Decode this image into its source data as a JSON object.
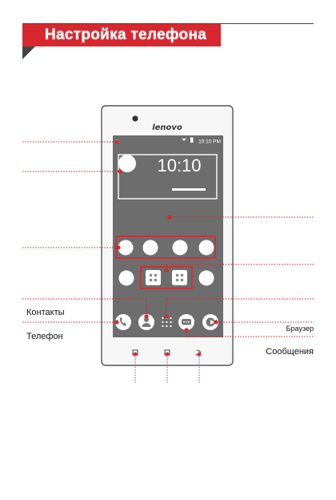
{
  "header": {
    "title": "Настройка телефона"
  },
  "phone": {
    "brand": "lenovo",
    "status_time": "10:10 PM",
    "clock_time": "10:10"
  },
  "labels": {
    "contacts": "Контакты",
    "phone": "Телефон",
    "browser": "Браузер",
    "messages": "Сообщения"
  },
  "colors": {
    "accent": "#d7282f",
    "screen": "#6d6d6d",
    "phone_body": "#f7f7f7",
    "dark": "#444444"
  },
  "icons": [
    "wifi-icon",
    "battery-icon",
    "phone-icon",
    "contacts-icon",
    "apps-grid-icon",
    "messages-icon",
    "browser-icon",
    "menu-key-icon",
    "home-key-icon",
    "back-key-icon"
  ]
}
